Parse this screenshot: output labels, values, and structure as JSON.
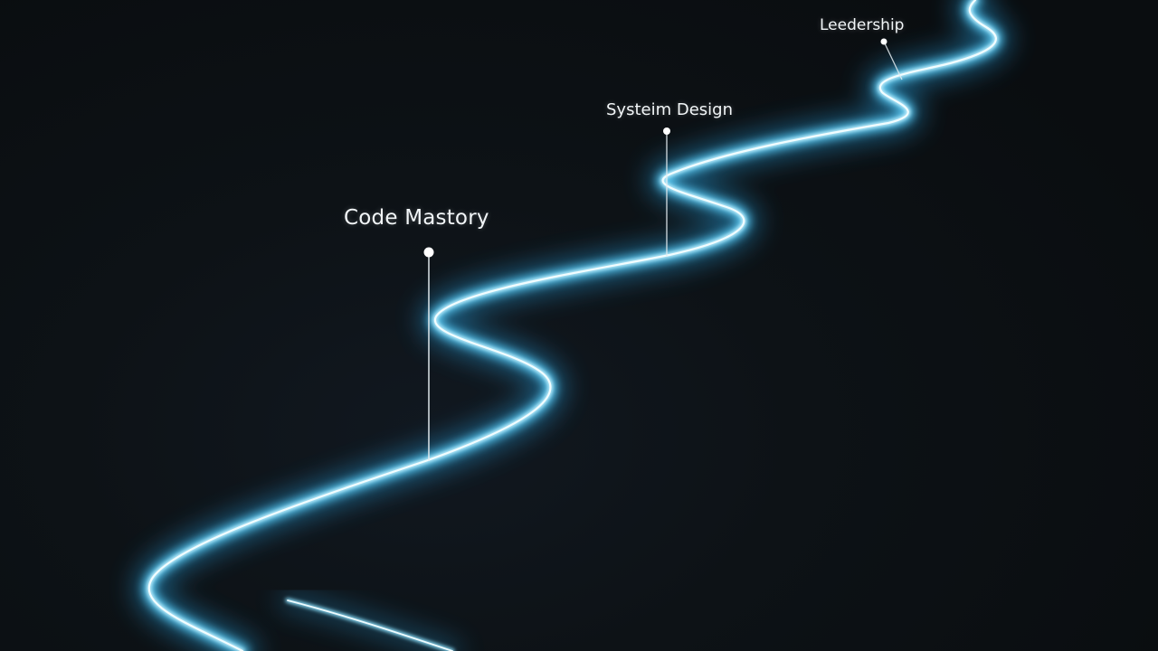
{
  "scene": {
    "background_color": "#0b0f12",
    "path_color": "#5fd4ff",
    "path_core_color": "#e8fbff",
    "milestones": [
      {
        "label": "Code Mastory"
      },
      {
        "label": "Systeim Design"
      },
      {
        "label": "Leedership"
      }
    ]
  }
}
